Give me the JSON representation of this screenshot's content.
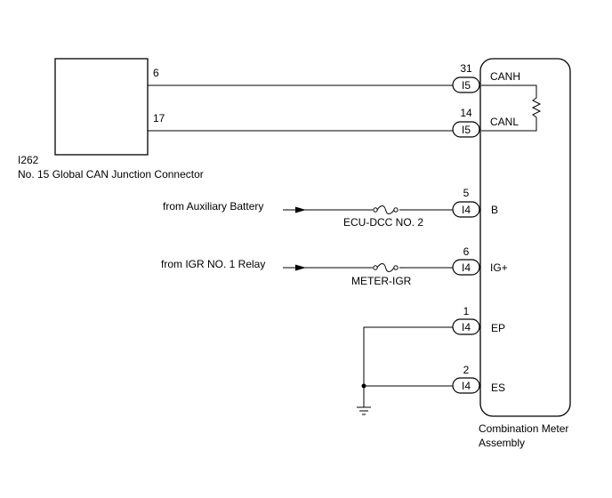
{
  "junction_connector": {
    "id": "I262",
    "name": "No. 15 Global CAN Junction Connector",
    "pins": [
      "6",
      "17"
    ]
  },
  "meter": {
    "name_line1": "Combination Meter",
    "name_line2": "Assembly"
  },
  "terminals": [
    {
      "pin": "31",
      "connector": "I5",
      "label": "CANH"
    },
    {
      "pin": "14",
      "connector": "I5",
      "label": "CANL"
    },
    {
      "pin": "5",
      "connector": "I4",
      "label": "B"
    },
    {
      "pin": "6",
      "connector": "I4",
      "label": "IG+"
    },
    {
      "pin": "1",
      "connector": "I4",
      "label": "EP"
    },
    {
      "pin": "2",
      "connector": "I4",
      "label": "ES"
    }
  ],
  "sources": {
    "battery": "from Auxiliary Battery",
    "relay": "from IGR NO. 1 Relay"
  },
  "fuses": {
    "battery": "ECU-DCC NO. 2",
    "relay": "METER-IGR"
  }
}
